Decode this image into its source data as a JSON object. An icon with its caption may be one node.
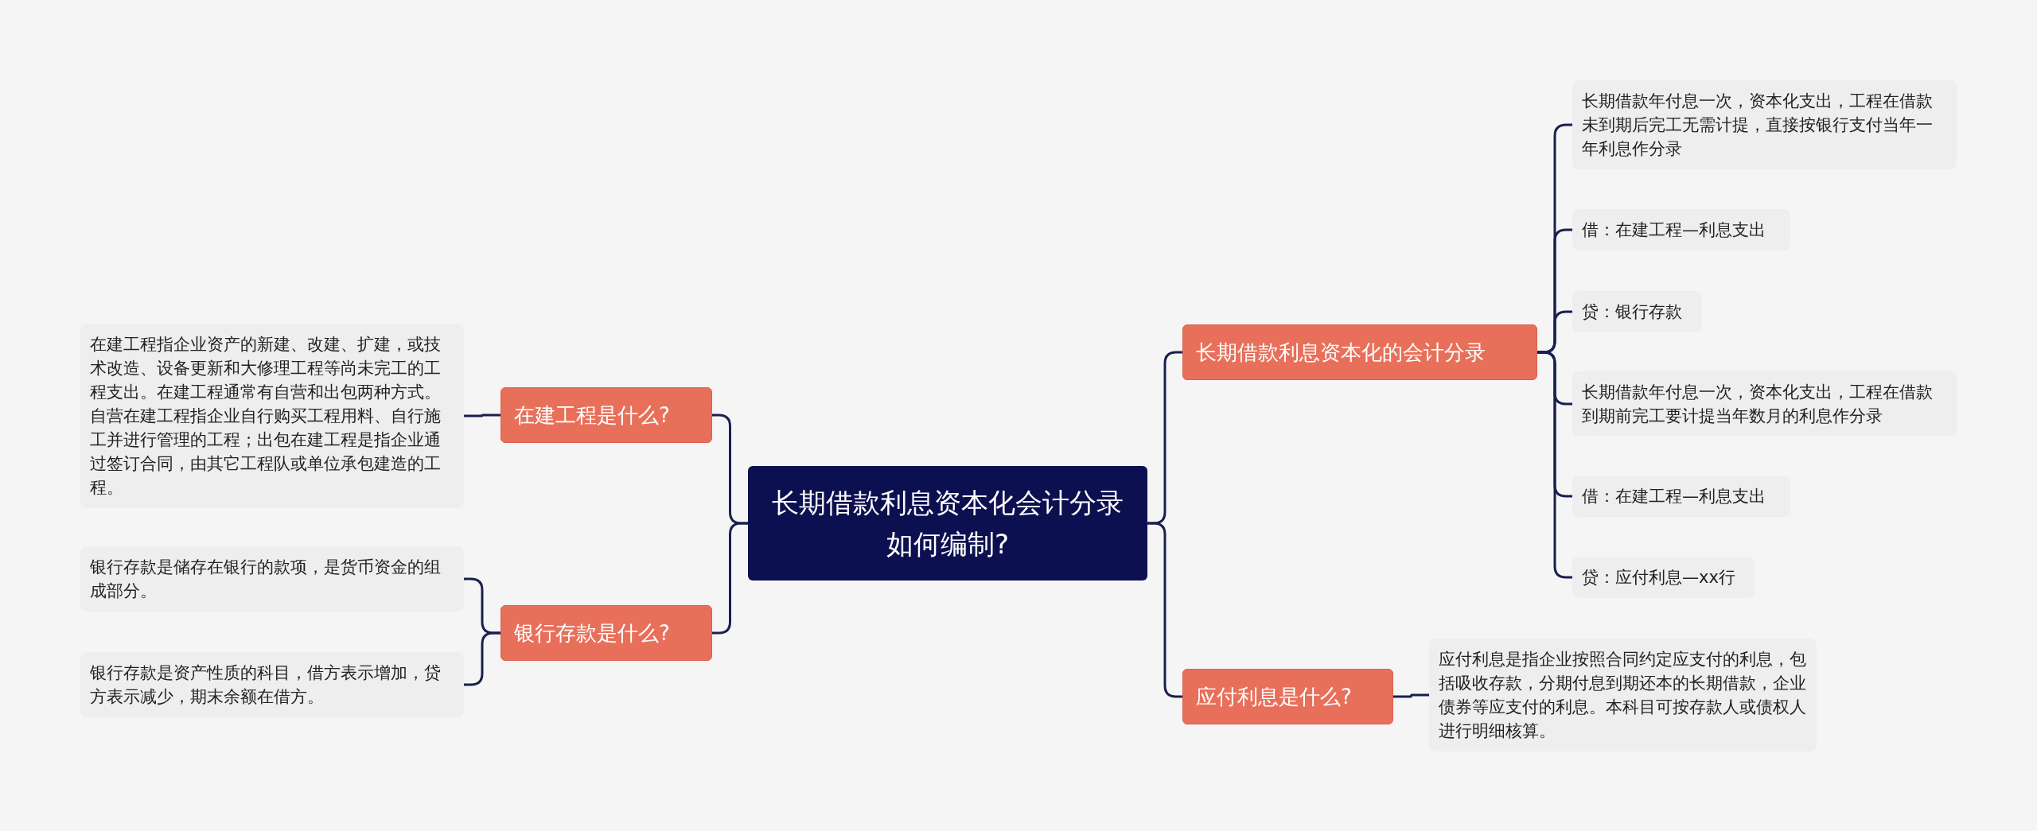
{
  "diagram": {
    "nodes": [
      {
        "text": [
          "长期借款利息资本化会计分录如何编制?"
        ]
      },
      {
        "text": [
          "在建工程是什么?"
        ]
      },
      {
        "text": [
          "在建工程指企业资产的新建、改建、扩建，或技术改造、设备更新和大修理工程等尚未完工的工程支出。在建工程通常有自营和出包两种方式。自营在建工程指企业自行购买工程用料、自行施工并进行管理的工程；出包在建工程是指企业通过签订合同，由其它工程队或单位承包建造的工程。"
        ]
      },
      {
        "text": [
          "银行存款是什么?"
        ]
      },
      {
        "text": [
          "银行存款是储存在银行的款项，是货币资金的组成部分。"
        ]
      },
      {
        "text": [
          "银行存款是资产性质的科目，借方表示增加，贷方表示减少，期末余额在借方。"
        ]
      },
      {
        "text": [
          "长期借款利息资本化的会计分录"
        ]
      },
      {
        "text": [
          "长期借款年付息一次，资本化支出，工程在借款未到期后完工无需计提，直接按银行支付当年一年利息作分录"
        ]
      },
      {
        "text": [
          "借：在建工程—利息支出"
        ]
      },
      {
        "text": [
          "贷：银行存款"
        ]
      },
      {
        "text": [
          "长期借款年付息一次，资本化支出，工程在借款到期前完工要计提当年数月的利息作分录"
        ]
      },
      {
        "text": [
          "借：在建工程—利息支出"
        ]
      },
      {
        "text": [
          "贷：应付利息—xx行"
        ]
      },
      {
        "text": [
          "应付利息是什么?"
        ]
      },
      {
        "text": [
          "应付利息是指企业按照合同约定应支付的利息，包括吸收存款，分期付息到期还本的长期借款，企业债券等应支付的利息。本科目可按存款人或债权人进行明细核算。"
        ]
      }
    ],
    "edges": [
      {
        "from": 0,
        "to": 1,
        "arrow": "none"
      },
      {
        "from": 1,
        "to": 2,
        "arrow": "none"
      },
      {
        "from": 0,
        "to": 3,
        "arrow": "none"
      },
      {
        "from": 3,
        "to": 4,
        "arrow": "none"
      },
      {
        "from": 3,
        "to": 5,
        "arrow": "none"
      },
      {
        "from": 0,
        "to": 6,
        "arrow": "none"
      },
      {
        "from": 6,
        "to": 7,
        "arrow": "none"
      },
      {
        "from": 6,
        "to": 8,
        "arrow": "none"
      },
      {
        "from": 6,
        "to": 9,
        "arrow": "none"
      },
      {
        "from": 6,
        "to": 10,
        "arrow": "none"
      },
      {
        "from": 6,
        "to": 11,
        "arrow": "none"
      },
      {
        "from": 6,
        "to": 12,
        "arrow": "none"
      },
      {
        "from": 0,
        "to": 13,
        "arrow": "none"
      },
      {
        "from": 13,
        "to": 14,
        "arrow": "none"
      }
    ]
  }
}
